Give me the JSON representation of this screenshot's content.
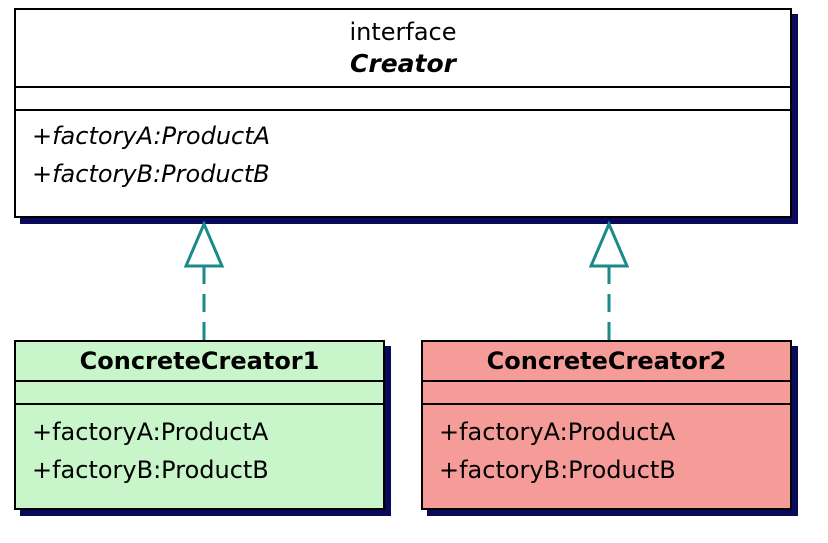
{
  "creator": {
    "stereotype": "interface",
    "name": "Creator",
    "operations": [
      "+factoryA:ProductA",
      "+factoryB:ProductB"
    ]
  },
  "concrete_creator_1": {
    "name": "ConcreteCreator1",
    "operations": [
      "+factoryA:ProductA",
      "+factoryB:ProductB"
    ],
    "fill_color": "#c9f5cb"
  },
  "concrete_creator_2": {
    "name": "ConcreteCreator2",
    "operations": [
      "+factoryA:ProductA",
      "+factoryB:ProductB"
    ],
    "fill_color": "#f59b98"
  },
  "relations": [
    {
      "type": "realization",
      "from": "ConcreteCreator1",
      "to": "Creator"
    },
    {
      "type": "realization",
      "from": "ConcreteCreator2",
      "to": "Creator"
    }
  ],
  "colors": {
    "connector": "#1a8a8a",
    "shadow": "#0a0a5a"
  }
}
